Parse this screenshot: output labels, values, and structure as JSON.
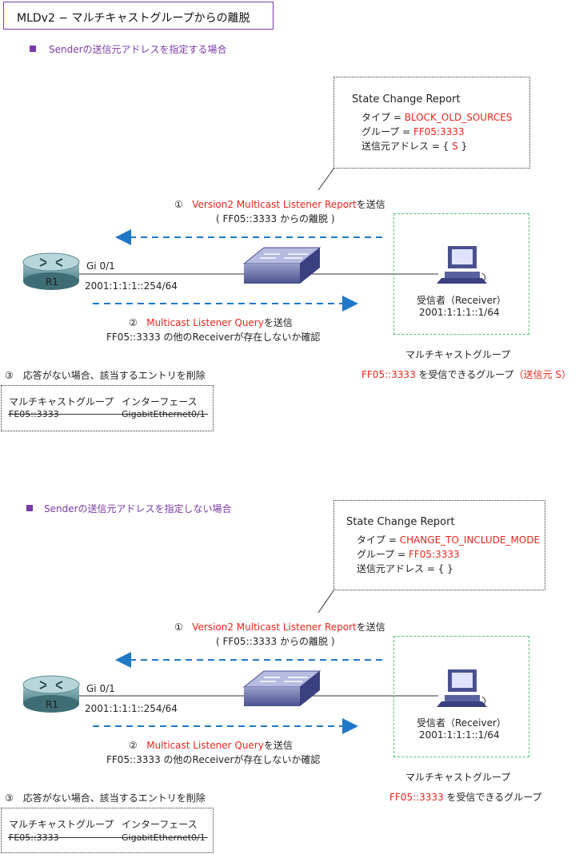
{
  "title": "MLDv2 − マルチキャストグループからの離脱",
  "colors": {
    "accent": "#7a3aa8",
    "red": "#e8261c",
    "arrow": "#1f78c8",
    "group_border": "#52c07a"
  },
  "sections": [
    {
      "heading": "Senderの送信元アドレスを指定する場合",
      "report": {
        "title": "State Change Report",
        "type_label": "タイプ = ",
        "type_value": "BLOCK_OLD_SOURCES",
        "group_label": "グループ = ",
        "group_value": "FF05:3333",
        "src_label_open": "送信元アドレス = { ",
        "src_value": "S",
        "src_close": " }"
      },
      "step1_num": "①",
      "step1_red": "Version2 Multicast Listener Report",
      "step1_suffix": "を送信",
      "step1_sub": "( FF05::3333 からの離脱 )",
      "router_label": "R1",
      "interface": "Gi 0/1",
      "router_addr": "2001:1:1:1::254/64",
      "step2_num": "②",
      "step2_red": "Multicast Listener Query",
      "step2_suffix": "を送信",
      "step2_sub": "FF05::3333 の他のReceiverが存在しないか確認",
      "receiver_label": "受信者（Receiver）",
      "receiver_addr": "2001:1:1:1::1/64",
      "group_title": "マルチキャストグループ",
      "group_desc_red": "FF05::3333",
      "group_desc": " を受信できるグループ",
      "group_desc_paren_open": "（",
      "group_desc_src": "送信元 S",
      "group_desc_paren_close": "）",
      "step3": "③　応答がない場合、該当するエントリを削除",
      "table_headers": [
        "マルチキャストグループ",
        "インターフェース"
      ],
      "table_row": [
        "FE05::3333",
        "GigabitEthernet0/1"
      ]
    },
    {
      "heading": "Senderの送信元アドレスを指定しない場合",
      "report": {
        "title": "State Change Report",
        "type_label": "タイプ = ",
        "type_value": "CHANGE_TO_INCLUDE_MODE",
        "group_label": "グループ = ",
        "group_value": "FF05:3333",
        "src_label_open": "送信元アドレス = {  }",
        "src_value": "",
        "src_close": ""
      },
      "step1_num": "①",
      "step1_red": "Version2 Multicast Listener Report",
      "step1_suffix": "を送信",
      "step1_sub": "( FF05::3333 からの離脱 )",
      "router_label": "R1",
      "interface": "Gi 0/1",
      "router_addr": "2001:1:1:1::254/64",
      "step2_num": "②",
      "step2_red": "Multicast Listener Query",
      "step2_suffix": "を送信",
      "step2_sub": "FF05::3333 の他のReceiverが存在しないか確認",
      "receiver_label": "受信者（Receiver）",
      "receiver_addr": "2001:1:1:1::1/64",
      "group_title": "マルチキャストグループ",
      "group_desc_red": "FF05::3333",
      "group_desc": " を受信できるグループ",
      "step3": "③　応答がない場合、該当するエントリを削除",
      "table_headers": [
        "マルチキャストグループ",
        "インターフェース"
      ],
      "table_row": [
        "FE05::3333",
        "GigabitEthernet0/1"
      ]
    }
  ]
}
